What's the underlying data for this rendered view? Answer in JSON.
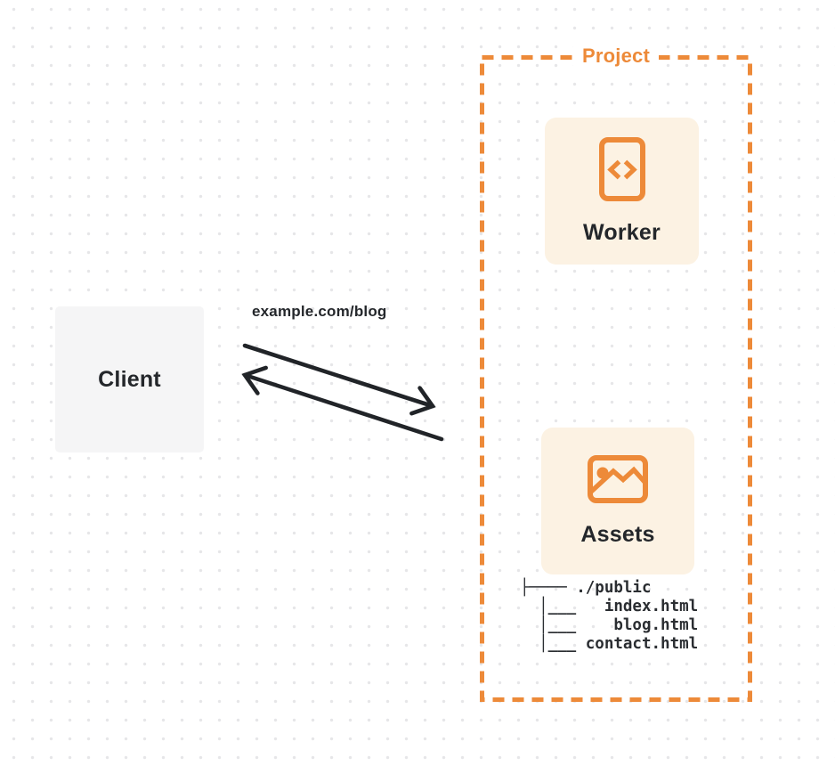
{
  "colors": {
    "accent": "#ED8A39",
    "card-bg": "#FCF2E3",
    "client-bg": "#F5F5F6",
    "ink": "#24272B",
    "arrow": "#212428",
    "dot": "#E6E6E8",
    "canvas-bg": "#FFFFFF"
  },
  "client": {
    "label": "Client"
  },
  "request": {
    "url": "example.com/blog"
  },
  "project": {
    "label": "Project",
    "nodes": [
      {
        "label": "Worker",
        "icon": "code-document-icon"
      },
      {
        "label": "Assets",
        "icon": "image-icon"
      }
    ],
    "file_tree": {
      "lines": [
        "├──── ./public",
        "  │___   index.html",
        "  │___    blog.html",
        "  │___ contact.html"
      ]
    }
  }
}
